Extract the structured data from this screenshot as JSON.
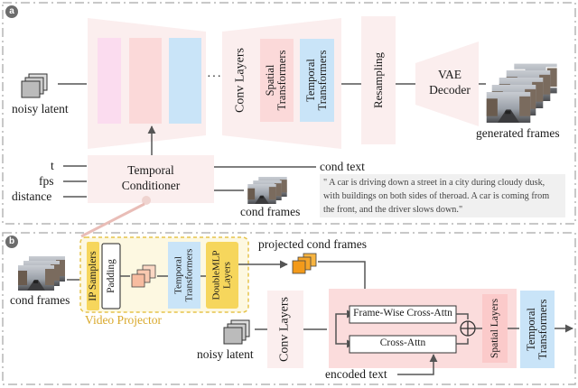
{
  "panel_a": {
    "badge": "a",
    "noisy_latent": "noisy latent",
    "ellipsis": "···",
    "conv_layers": "Conv Layers",
    "spatial_transformers": [
      "Spatial",
      "Transformers"
    ],
    "temporal_transformers": [
      "Temporal",
      "Transformers"
    ],
    "resampling": "Resampling",
    "vae_decoder": [
      "VAE",
      "Decoder"
    ],
    "generated_frames": "generated frames",
    "inputs": [
      "t",
      "fps",
      "distance"
    ],
    "temporal_conditioner": [
      "Temporal",
      "Conditioner"
    ],
    "cond_frames": "cond frames",
    "cond_text_label": "cond text",
    "cond_text": "\" A car is driving down a street in a city during cloudy dusk, with buildings on both sides of theroad. A car is coming from the front, and the driver slows down.\""
  },
  "panel_b": {
    "badge": "b",
    "cond_frames": "cond frames",
    "ip_samplers": "IP Samplers",
    "padding": "Padding",
    "temporal_transformers": [
      "Temporal",
      "Transformers"
    ],
    "doublemlp_layers": [
      "DoubleMLP",
      "Layers"
    ],
    "video_projector": "Video Projector",
    "projected_cond_frames": "projected cond frames",
    "conv_layers": "Conv Layers",
    "noisy_latent": "noisy latent",
    "frame_wise_cross_attn": "Frame-Wise Cross-Attn",
    "cross_attn": "Cross-Attn",
    "spatial_layers": "Spatial Layers",
    "temporal_transformers_right": [
      "Temporal",
      "Transformers"
    ],
    "encoded_text": "encoded text"
  },
  "colors": {
    "panel_border": "#b0b0b0",
    "block_bg": "#fbeeee",
    "pink": "#fbdcef",
    "salmon": "#fbd9d9",
    "blue": "#c9e4f8",
    "projector_fill": "#fdf8e1",
    "projector_border": "#e6c44c",
    "yellow_block": "#f6d65c",
    "orange_cube": "#f7a11a",
    "arrow": "#555555"
  }
}
